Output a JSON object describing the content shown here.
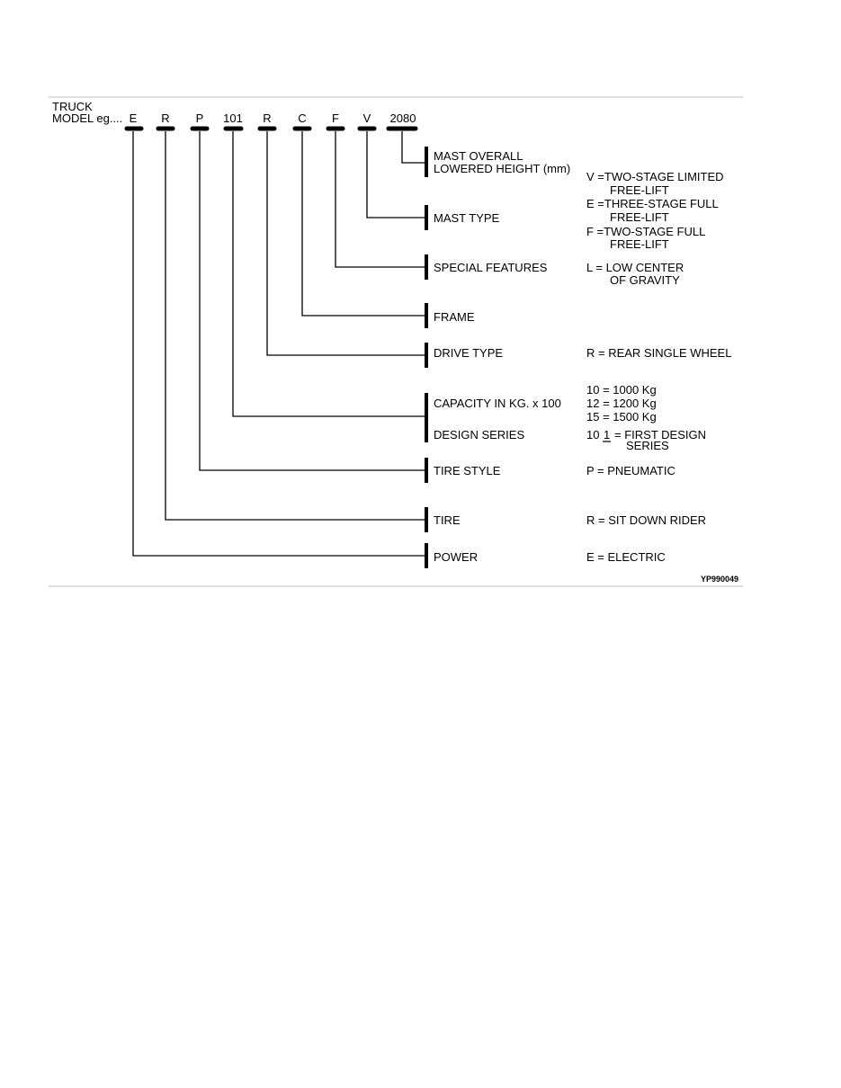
{
  "header": {
    "truck_line1": "TRUCK",
    "truck_line2": "MODEL eg...."
  },
  "codes": [
    "E",
    "R",
    "P",
    "101",
    "R",
    "C",
    "F",
    "V",
    "2080"
  ],
  "rows": {
    "mast_height": {
      "label1": "MAST OVERALL",
      "label2": "LOWERED HEIGHT (mm)"
    },
    "mast_type": {
      "label": "MAST TYPE"
    },
    "special_features": {
      "label": "SPECIAL FEATURES"
    },
    "frame": {
      "label": "FRAME"
    },
    "drive_type": {
      "label": "DRIVE TYPE"
    },
    "capacity": {
      "label": "CAPACITY IN KG. x 100"
    },
    "design_series": {
      "label": "DESIGN SERIES"
    },
    "tire_style": {
      "label": "TIRE STYLE"
    },
    "tire": {
      "label": "TIRE"
    },
    "power": {
      "label": "POWER"
    }
  },
  "descriptions": {
    "mast_v1": "V =TWO-STAGE LIMITED",
    "mast_v2": "FREE-LIFT",
    "mast_e1": "E =THREE-STAGE FULL",
    "mast_e2": "FREE-LIFT",
    "mast_f1": "F =TWO-STAGE FULL",
    "mast_f2": "FREE-LIFT",
    "special_1": "L = LOW CENTER",
    "special_2": "OF GRAVITY",
    "drive": "R = REAR SINGLE WHEEL",
    "cap_1": "10 = 1000 Kg",
    "cap_2": "12 = 1200 Kg",
    "cap_3": "15 = 1500 Kg",
    "design_prefix": "10",
    "design_digit": "1",
    "design_1": "= FIRST DESIGN",
    "design_2": "SERIES",
    "tire_style": "P = PNEUMATIC",
    "tire": "R = SIT DOWN RIDER",
    "power": "E = ELECTRIC"
  },
  "figure_id": "YP990049"
}
